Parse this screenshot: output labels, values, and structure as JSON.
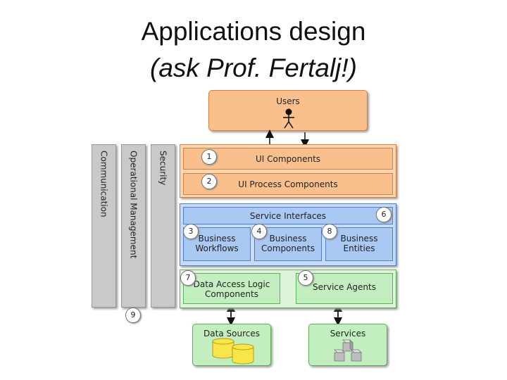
{
  "slide": {
    "title_line1": "Applications design",
    "title_line2": "(ask Prof. Fertalj!)"
  },
  "diagram": {
    "users": "Users",
    "verticals": [
      "Communication",
      "Operational Management",
      "Security"
    ],
    "presentation": [
      {
        "num": "1",
        "label": "UI Components"
      },
      {
        "num": "2",
        "label": "UI Process Components"
      }
    ],
    "business": {
      "service_interfaces": {
        "num": "6",
        "label": "Service Interfaces"
      },
      "components": [
        {
          "num": "3",
          "line1": "Business",
          "line2": "Workflows"
        },
        {
          "num": "4",
          "line1": "Business",
          "line2": "Components"
        },
        {
          "num": "8",
          "line1": "Business",
          "line2": "Entities"
        }
      ]
    },
    "data": {
      "access": {
        "num": "7",
        "line1": "Data Access Logic",
        "line2": "Components"
      },
      "agents": {
        "num": "5",
        "label": "Service Agents"
      }
    },
    "crosscut_num": "9",
    "data_sources": "Data Sources",
    "services": "Services",
    "colors": {
      "presentation_fill": "#f9c08e",
      "presentation_border": "#d9813a",
      "business_fill": "#a9c8f2",
      "business_border": "#4f7fd0",
      "data_fill": "#c3efc0",
      "data_border": "#5fae5a",
      "crosscut_fill": "#c9c9c9"
    }
  }
}
